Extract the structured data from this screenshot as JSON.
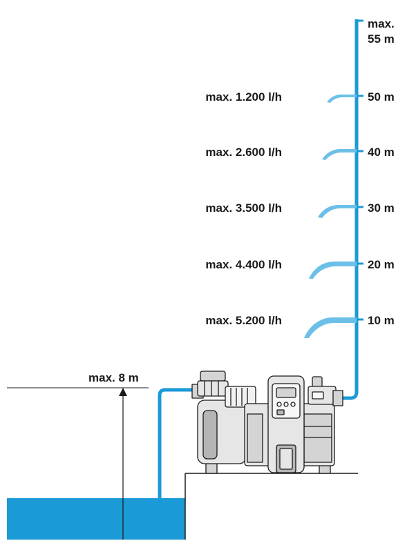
{
  "diagram": {
    "top_label_line1": "max.",
    "top_label_line2": "55 m",
    "suction_label": "max. 8 m",
    "levels": [
      {
        "height": "50 m",
        "flow": "max. 1.200 l/h"
      },
      {
        "height": "40 m",
        "flow": "max. 2.600 l/h"
      },
      {
        "height": "30 m",
        "flow": "max. 3.500 l/h"
      },
      {
        "height": "20 m",
        "flow": "max. 4.400 l/h"
      },
      {
        "height": "10 m",
        "flow": "max. 5.200 l/h"
      }
    ],
    "colors": {
      "water": "#1a9ad6",
      "ink": "#1a1a1a",
      "pump_body": "#e6e6e6",
      "pump_shadow": "#b5b5b5"
    }
  }
}
